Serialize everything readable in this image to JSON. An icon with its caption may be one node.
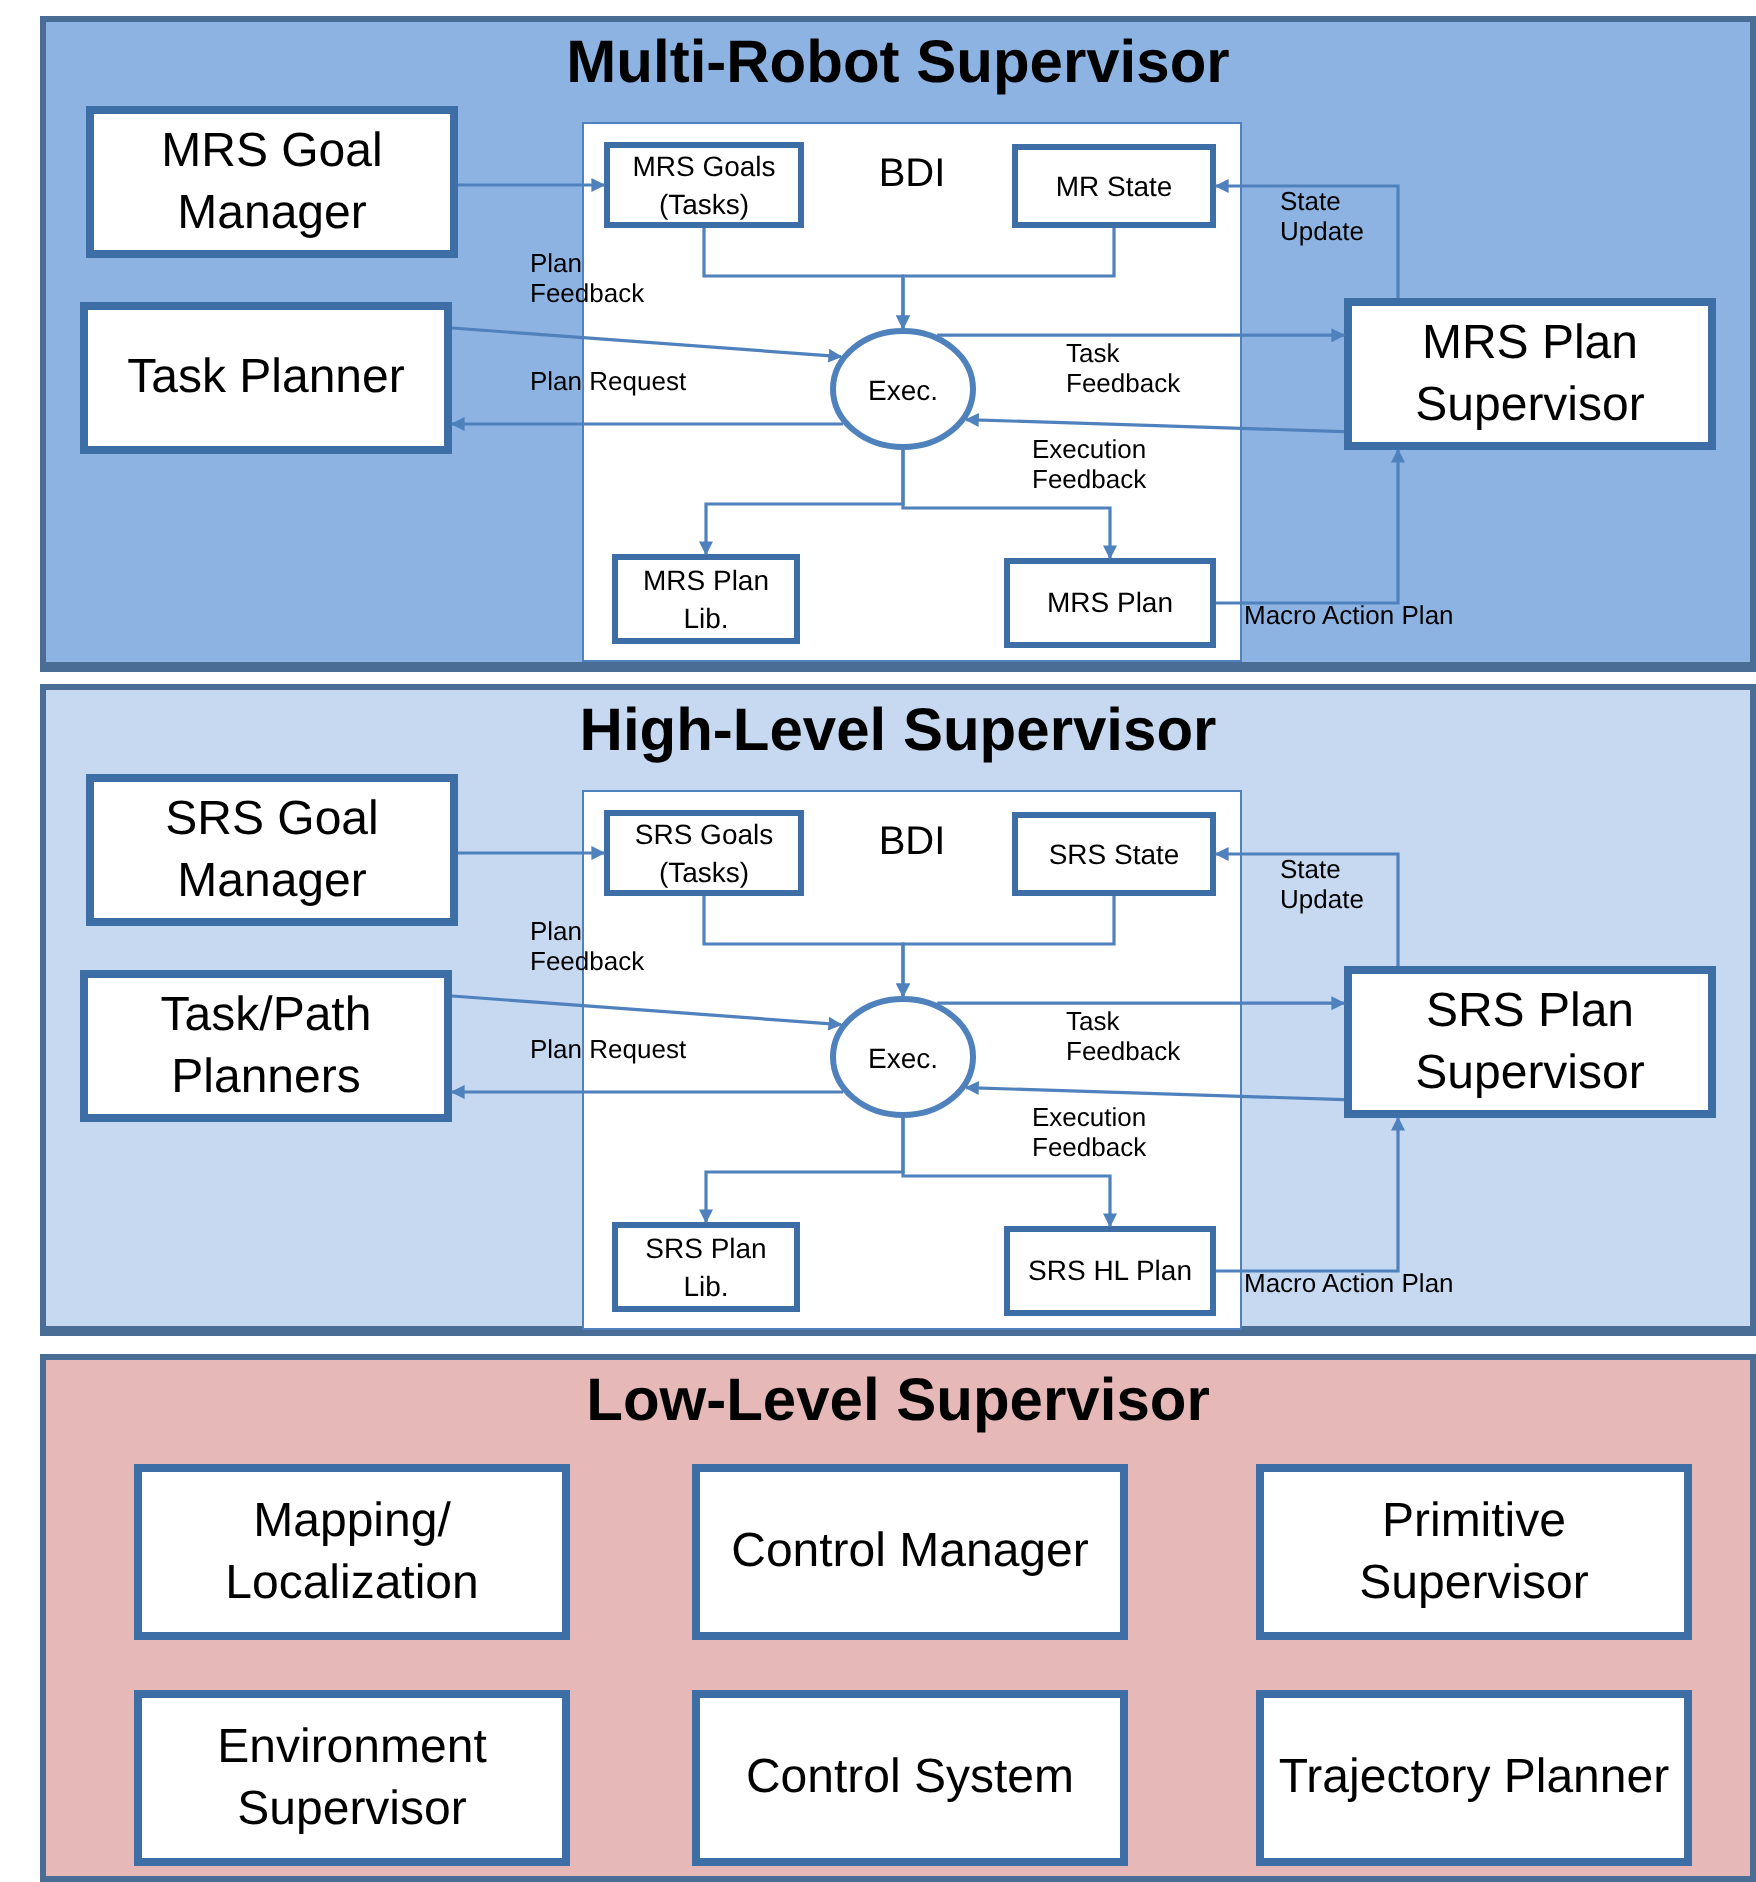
{
  "diagram": {
    "nodes": [
      {
        "text": [
          "Multi-Robot Supervisor"
        ]
      },
      {
        "text": [
          "MRS Goal Manager"
        ],
        "in": 0
      },
      {
        "text": [
          "BDI"
        ],
        "in": 0
      },
      {
        "text": [
          "MRS Goals (Tasks)"
        ],
        "in": 2
      },
      {
        "text": [
          "MR State"
        ],
        "in": 2
      },
      {
        "text": [
          "Task Planner"
        ],
        "in": 0
      },
      {
        "text": [
          "Exec."
        ],
        "in": 2
      },
      {
        "text": [
          "MRS Plan Supervisor"
        ],
        "in": 0
      },
      {
        "text": [
          "MRS Plan Lib."
        ],
        "in": 2
      },
      {
        "text": [
          "MRS Plan"
        ],
        "in": 2
      },
      {
        "text": [
          "High-Level Supervisor"
        ]
      },
      {
        "text": [
          "SRS Goal Manager"
        ],
        "in": 10
      },
      {
        "text": [
          "BDI"
        ],
        "in": 10
      },
      {
        "text": [
          "SRS Goals (Tasks)"
        ],
        "in": 12
      },
      {
        "text": [
          "SRS State"
        ],
        "in": 12
      },
      {
        "text": [
          "Task/Path Planners"
        ],
        "in": 10
      },
      {
        "text": [
          "Exec."
        ],
        "in": 12
      },
      {
        "text": [
          "SRS Plan Supervisor"
        ],
        "in": 10
      },
      {
        "text": [
          "SRS Plan Lib."
        ],
        "in": 12
      },
      {
        "text": [
          "SRS HL Plan"
        ],
        "in": 12
      },
      {
        "text": [
          "Low-Level Supervisor"
        ]
      },
      {
        "text": [
          "Mapping/ Localization"
        ],
        "in": 20
      },
      {
        "text": [
          "Control Manager"
        ],
        "in": 20
      },
      {
        "text": [
          "Primitive Supervisor"
        ],
        "in": 20
      },
      {
        "text": [
          "Environment Supervisor"
        ],
        "in": 20
      },
      {
        "text": [
          "Control System"
        ],
        "in": 20
      },
      {
        "text": [
          "Trajectory Planner"
        ],
        "in": 20
      }
    ],
    "edges": [
      {
        "from": 1,
        "to": 3,
        "arrow": "to"
      },
      {
        "from": 3,
        "to": 6,
        "arrow": "to"
      },
      {
        "from": 4,
        "to": 6,
        "arrow": "to"
      },
      {
        "from": 5,
        "to": 6,
        "arrow": "to",
        "label": "Plan Feedback"
      },
      {
        "from": 6,
        "to": 5,
        "arrow": "to",
        "label": "Plan Request"
      },
      {
        "from": 6,
        "to": 7,
        "arrow": "to",
        "label": "Task Feedback"
      },
      {
        "from": 7,
        "to": 6,
        "arrow": "to",
        "label": "Execution Feedback"
      },
      {
        "from": 7,
        "to": 4,
        "arrow": "to",
        "label": "State Update"
      },
      {
        "from": 6,
        "to": 8,
        "arrow": "to"
      },
      {
        "from": 6,
        "to": 9,
        "arrow": "to"
      },
      {
        "from": 9,
        "to": 7,
        "arrow": "to",
        "label": "Macro Action Plan"
      },
      {
        "from": 11,
        "to": 13,
        "arrow": "to"
      },
      {
        "from": 13,
        "to": 16,
        "arrow": "to"
      },
      {
        "from": 14,
        "to": 16,
        "arrow": "to"
      },
      {
        "from": 15,
        "to": 16,
        "arrow": "to",
        "label": "Plan Feedback"
      },
      {
        "from": 16,
        "to": 15,
        "arrow": "to",
        "label": "Plan Request"
      },
      {
        "from": 16,
        "to": 17,
        "arrow": "to",
        "label": "Task Feedback"
      },
      {
        "from": 17,
        "to": 16,
        "arrow": "to",
        "label": "Execution Feedback"
      },
      {
        "from": 17,
        "to": 14,
        "arrow": "to",
        "label": "State Update"
      },
      {
        "from": 16,
        "to": 18,
        "arrow": "to"
      },
      {
        "from": 16,
        "to": 19,
        "arrow": "to"
      },
      {
        "from": 19,
        "to": 17,
        "arrow": "to",
        "label": "Macro Action Plan"
      }
    ]
  }
}
